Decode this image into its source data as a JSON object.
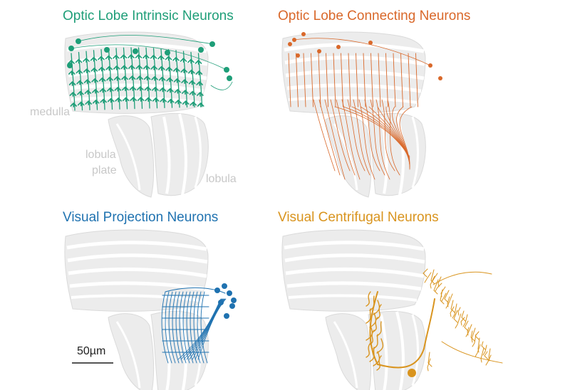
{
  "panels": [
    {
      "id": "intrinsic",
      "title": "Optic Lobe Intrinsic Neurons",
      "color": "#1e9e78"
    },
    {
      "id": "connecting",
      "title": "Optic Lobe Connecting Neurons",
      "color": "#d9682a"
    },
    {
      "id": "projection",
      "title": "Visual Projection Neurons",
      "color": "#1f72b0"
    },
    {
      "id": "centrifugal",
      "title": "Visual Centrifugal Neurons",
      "color": "#d9941e"
    }
  ],
  "region_labels": {
    "medulla": "medulla",
    "lobula_plate_1": "lobula",
    "lobula_plate_2": "plate",
    "lobula": "lobula"
  },
  "scale_bar": {
    "label": "50µm"
  },
  "colors": {
    "anatomy_fill": "#ececec",
    "anatomy_stroke": "#dadada",
    "label_gray": "#c8c8c8"
  }
}
